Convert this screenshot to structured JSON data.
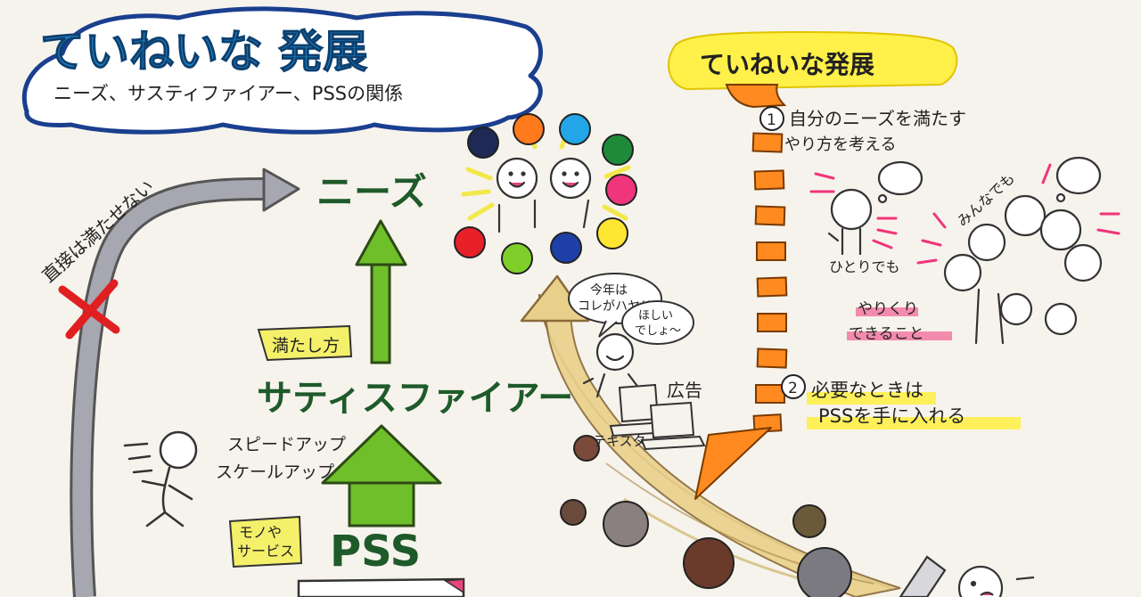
{
  "title": {
    "main": "ていねいな 発展",
    "sub": "ニーズ、サスティファイアー、PSSの関係"
  },
  "left": {
    "needs": "ニーズ",
    "satisfier_note": "満たし方",
    "satisfier": "サティスファイアー",
    "speedup": "スピードアップ",
    "scaleup": "スケールアップ",
    "pss_note_line1": "モノや",
    "pss_note_line2": "サービス",
    "pss": "PSS",
    "direct_line": "直接は満たせない"
  },
  "middle": {
    "bubble1_line1": "今年は",
    "bubble1_line2": "コレがハヤリ!",
    "bubble2_line1": "ほしい",
    "bubble2_line2": "でしょ〜",
    "ad_label": "広告",
    "tech_label": "テキスタ"
  },
  "right": {
    "banner": "ていねいな発展",
    "step1_num": "1",
    "step1_line1": "自分のニーズを満たす",
    "step1_line2": "やり方を考える",
    "alone": "ひとりでも",
    "together": "みんなでも",
    "yarikuri_line1": "やりくり",
    "yarikuri_line2": "できること",
    "step2_num": "2",
    "step2_line1": "必要なときは",
    "step2_line2": "PSSを手に入れる"
  },
  "colors": {
    "title_blue": "#1f7fc0",
    "cloud_blue": "#1a3f8f",
    "dark_green": "#1f5a2a",
    "arrow_green": "#6fbf2a",
    "highlight_yellow": "#fff04a",
    "orange": "#ff8a1f",
    "gray_arrow": "#8a8a95",
    "red_cross": "#e02020"
  }
}
